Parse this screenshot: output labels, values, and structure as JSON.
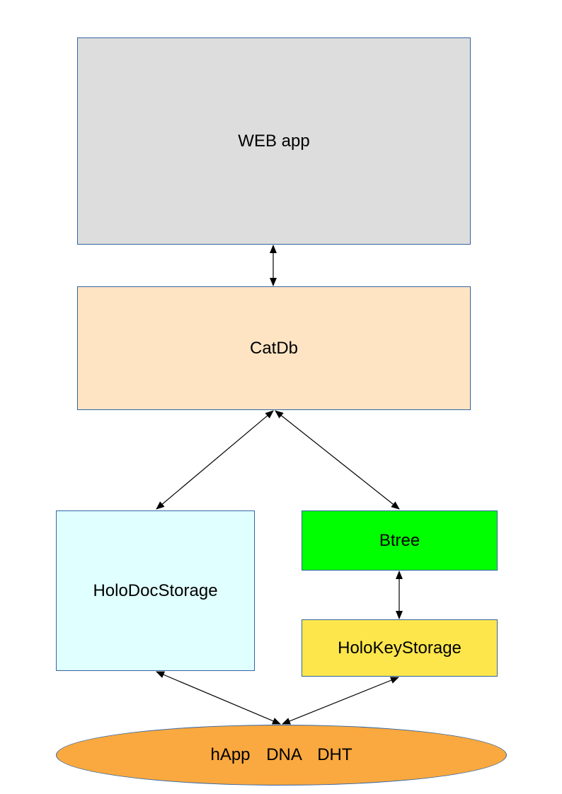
{
  "nodes": {
    "web_app": {
      "label": "WEB app",
      "color": "#dddddd"
    },
    "catdb": {
      "label": "CatDb",
      "color": "#ffe4c4"
    },
    "holo_doc_storage": {
      "label": "HoloDocStorage",
      "color": "#e0ffff"
    },
    "btree": {
      "label": "Btree",
      "color": "#00ff00"
    },
    "holo_key_storage": {
      "label": "HoloKeyStorage",
      "color": "#fde64b"
    },
    "happ_dna_dht": {
      "label": "hApp DNA DHT",
      "color": "#f9a93f"
    }
  },
  "edges": [
    {
      "from": "WEB app",
      "to": "CatDb",
      "direction": "bidirectional"
    },
    {
      "from": "CatDb",
      "to": "HoloDocStorage",
      "direction": "bidirectional"
    },
    {
      "from": "CatDb",
      "to": "Btree",
      "direction": "bidirectional"
    },
    {
      "from": "Btree",
      "to": "HoloKeyStorage",
      "direction": "bidirectional"
    },
    {
      "from": "HoloDocStorage",
      "to": "hApp DNA DHT",
      "direction": "bidirectional"
    },
    {
      "from": "HoloKeyStorage",
      "to": "hApp DNA DHT",
      "direction": "bidirectional"
    }
  ],
  "border_color": "#3465a4"
}
